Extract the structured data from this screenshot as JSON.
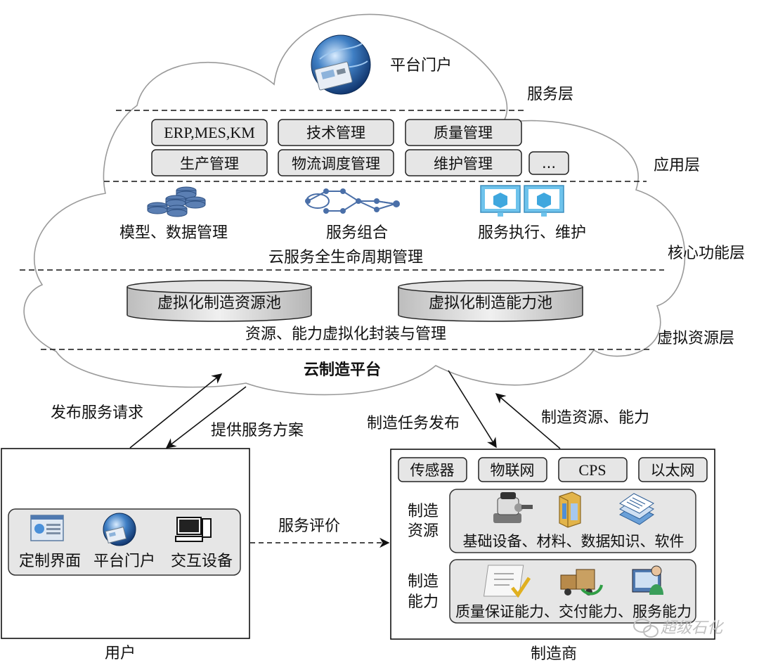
{
  "cloud": {
    "title": "云制造平台",
    "service_layer": {
      "label": "服务层",
      "portal_label": "平台门户"
    },
    "application_layer": {
      "label": "应用层",
      "apps": [
        "ERP,MES,KM",
        "技术管理",
        "质量管理",
        "生产管理",
        "物流调度管理",
        "维护管理",
        "..."
      ]
    },
    "core_layer": {
      "label": "核心功能层",
      "items": [
        "模型、数据管理",
        "服务组合",
        "服务执行、维护"
      ],
      "caption": "云服务全生命周期管理"
    },
    "virtual_layer": {
      "label": "虚拟资源层",
      "pools": [
        "虚拟化制造资源池",
        "虚拟化制造能力池"
      ],
      "caption": "资源、能力虚拟化封装与管理"
    }
  },
  "flows": {
    "publish_request": "发布服务请求",
    "provide_solution": "提供服务方案",
    "task_publish": "制造任务发布",
    "resources_capability": "制造资源、能力",
    "service_evaluation": "服务评价"
  },
  "user": {
    "label": "用户",
    "items": [
      "定制界面",
      "平台门户",
      "交互设备"
    ]
  },
  "manufacturer": {
    "label": "制造商",
    "tech": [
      "传感器",
      "物联网",
      "CPS",
      "以太网"
    ],
    "resource_title": [
      "制造",
      "资源"
    ],
    "resource_caption": "基础设备、材料、数据知识、软件",
    "capability_title": [
      "制造",
      "能力"
    ],
    "capability_caption": "质量保证能力、交付能力、服务能力"
  },
  "watermark": "超级石化",
  "icons": [
    "globe-portal-icon",
    "database-icon",
    "service-graph-icon",
    "monitor-cube-icon",
    "custom-ui-icon",
    "computer-icon",
    "robot-arm-icon",
    "material-box-icon",
    "documents-icon",
    "checklist-icon",
    "delivery-icon",
    "service-person-icon"
  ]
}
